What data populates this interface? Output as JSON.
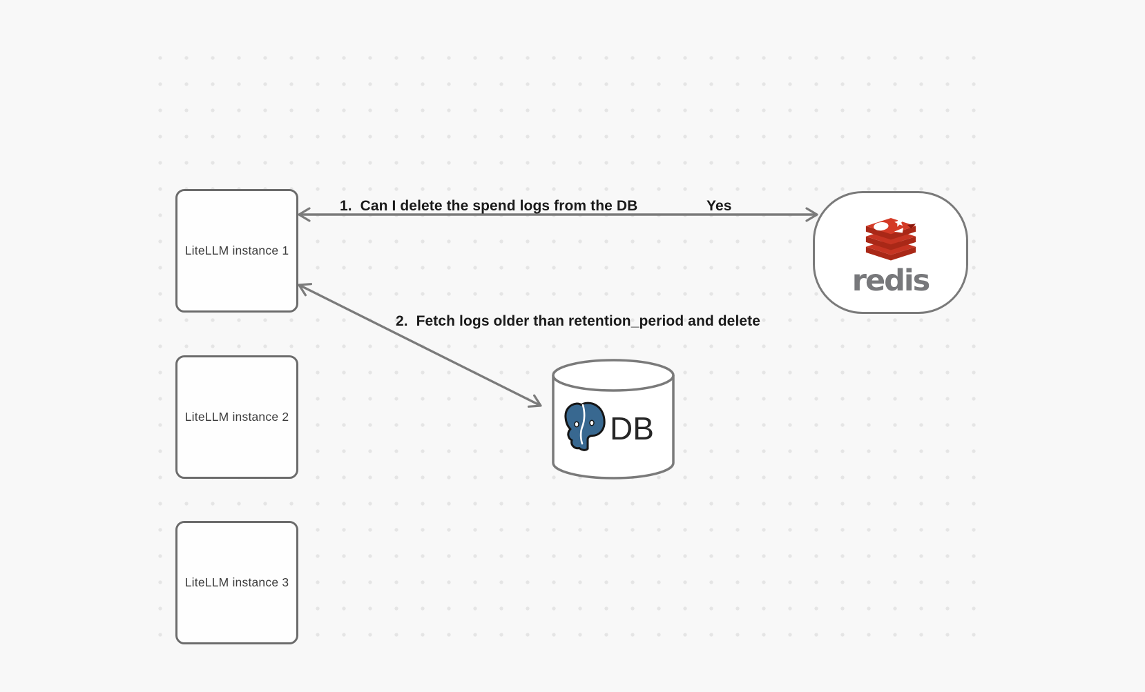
{
  "canvas": {
    "background": "#f8f8f8",
    "grid_dot_color": "#e5e5e5"
  },
  "nodes": {
    "instance1": {
      "label": "LiteLLM instance 1"
    },
    "instance2": {
      "label": "LiteLLM instance 2"
    },
    "instance3": {
      "label": "LiteLLM instance 3"
    },
    "redis": {
      "wordmark": "redis",
      "icon": "redis-stack-icon"
    },
    "db": {
      "label": "DB",
      "icon": "postgresql-elephant-icon"
    }
  },
  "edges": {
    "redis_question": {
      "label": "1.  Can I delete the spend logs from the DB",
      "response": "Yes"
    },
    "db_action": {
      "label": "2.  Fetch logs older than retention_period and delete"
    }
  },
  "colors": {
    "shape_stroke": "#6b6b6b",
    "arrow": "#7b7b7b",
    "edge_label_text": "#1a1a1a",
    "node_label_text": "#3c3c3c",
    "redis_red": "#c63422",
    "redis_red_dark": "#a92817",
    "redis_wordmark_gray": "#77787b",
    "postgres_blue": "#386890",
    "db_text": "#262626"
  }
}
